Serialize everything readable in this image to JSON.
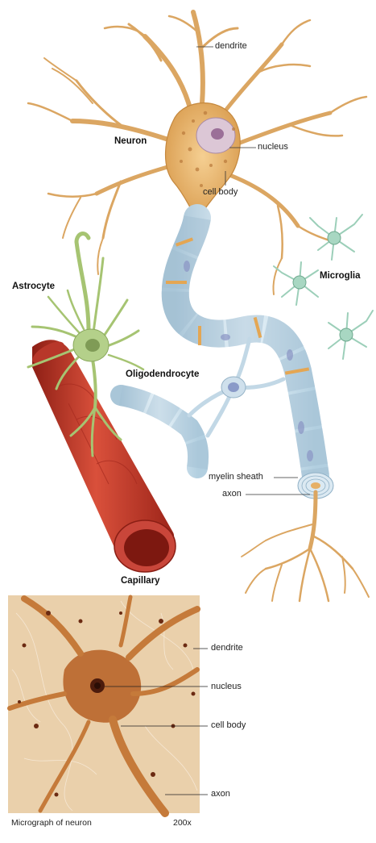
{
  "illustration": {
    "labels": {
      "dendrite": "dendrite",
      "neuron": "Neuron",
      "nucleus": "nucleus",
      "cell_body": "cell body",
      "astrocyte": "Astrocyte",
      "microglia": "Microglia",
      "oligodendrocyte": "Oligodendrocyte",
      "myelin_sheath": "myelin sheath",
      "axon": "axon",
      "capillary": "Capillary"
    }
  },
  "micrograph": {
    "labels": {
      "dendrite": "dendrite",
      "nucleus": "nucleus",
      "cell_body": "cell body",
      "axon": "axon"
    },
    "caption": "Micrograph of neuron",
    "magnification": "200x"
  },
  "colors": {
    "neuron": "#e8b46a",
    "neuron_dark": "#c98a3c",
    "myelin": "#cfe3ef",
    "astrocyte": "#9fbf6a",
    "microglia": "#8fc6b0",
    "capillary": "#c73a2a",
    "micrograph_bg": "#e9c79b"
  }
}
